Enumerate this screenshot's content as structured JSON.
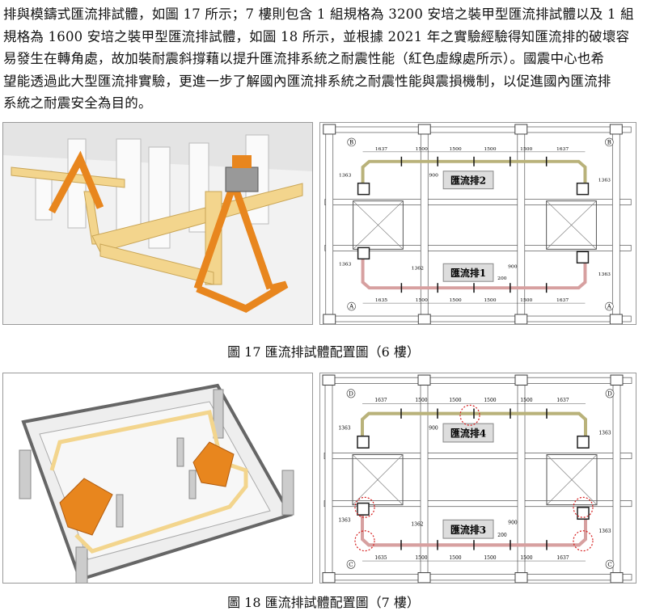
{
  "paragraph": {
    "lines": [
      "排與模鑄式匯流排試體，如圖 17 所示；7 樓則包含 1 組規格為 3200 安培之裝甲型匯流排試體以及 1 組",
      "規格為 1600 安培之裝甲型匯流排試體，如圖 18 所示，並根據 2021 年之實驗經驗得知匯流排的破壞容",
      "易發生在轉角處，故加裝耐震斜撐藉以提升匯流排系統之耐震性能（紅色虛線處所示）。國震中心也希",
      "望能透過此大型匯流排實驗，更進一步了解國內匯流排系統之耐震性能與震損機制，以促進國內匯流排",
      "系統之耐震安全為目的。"
    ]
  },
  "figure17": {
    "caption": "圖 17  匯流排試體配置圖（6 樓）",
    "plan": {
      "top_label": "匯流排2",
      "bottom_label": "匯流排1",
      "top_axis": "B",
      "bottom_axis": "A",
      "top_dims": [
        "1637",
        "1500",
        "1500",
        "1500",
        "1500",
        "1637"
      ],
      "bottom_dims": [
        "1635",
        "1500",
        "1500",
        "1500",
        "1500",
        "1637"
      ],
      "side_dims": [
        "1363",
        "1363",
        "1363",
        "1363"
      ],
      "extra_dims": [
        "900",
        "900",
        "1362",
        "200"
      ]
    }
  },
  "figure18": {
    "caption": "圖 18  匯流排試體配置圖（7 樓）",
    "plan": {
      "top_label": "匯流排4",
      "bottom_label": "匯流排3",
      "top_axis": "D",
      "bottom_axis": "C",
      "top_dims": [
        "1637",
        "1500",
        "1500",
        "1500",
        "1500",
        "1637"
      ],
      "bottom_dims": [
        "1635",
        "1500",
        "1500",
        "1500",
        "1500",
        "1637"
      ],
      "side_dims": [
        "1363",
        "1363",
        "1363",
        "1363"
      ],
      "extra_dims": [
        "900",
        "900",
        "1362",
        "200"
      ]
    }
  },
  "colors": {
    "pipe_top": "#b9b27a",
    "pipe_bottom": "#d7a0a0",
    "orange": "#e8861e",
    "yellow": "#f3d58d",
    "brace_circle": "#d62020"
  }
}
